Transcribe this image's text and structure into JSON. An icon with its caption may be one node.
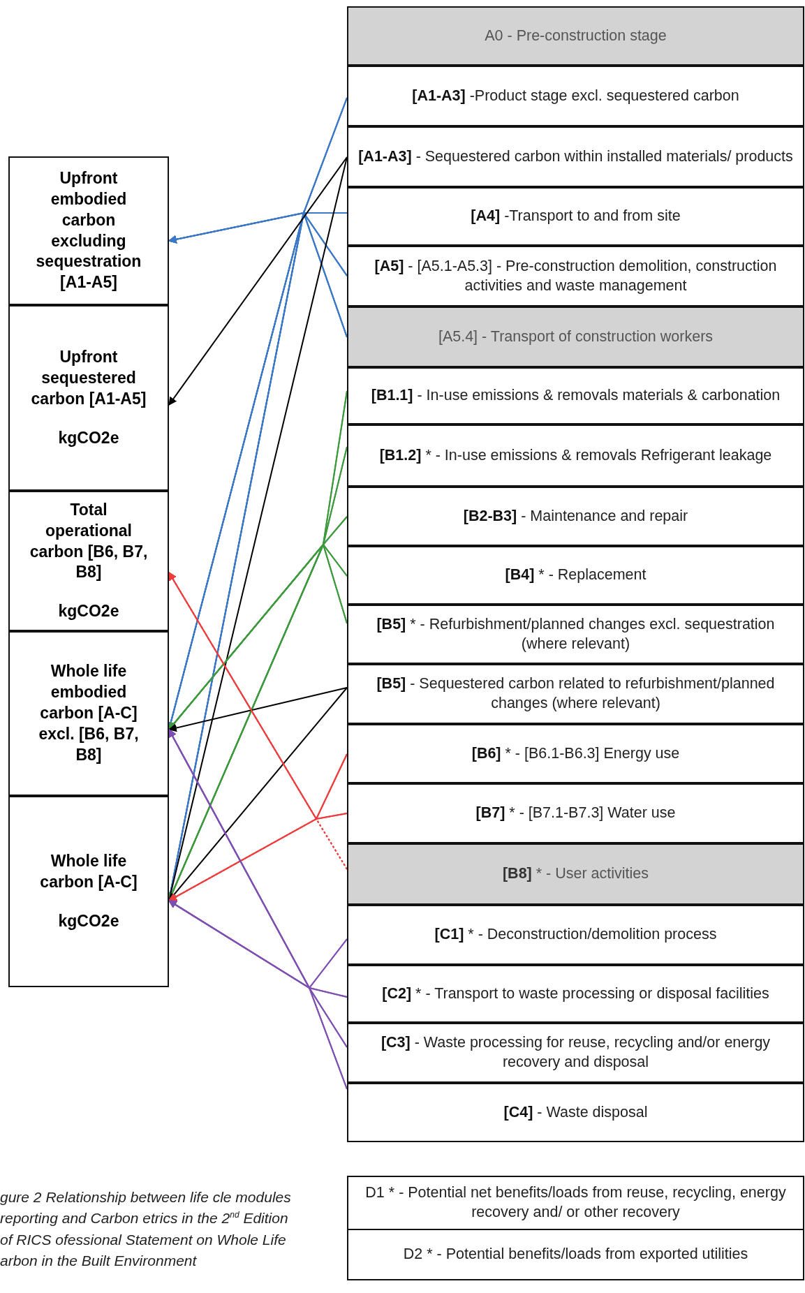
{
  "diagram": {
    "caption": "gure 2  Relationship between life cle modules reporting and Carbon etrics in the 2$^{nd}$ Edition of RICS ofessional Statement on Whole Life arbon in the Built Environment",
    "nodes": [
      {
        "text": [
          "Upfront embodied carbon excluding sequestration [A1-A5]"
        ]
      },
      {
        "text": [
          "Upfront sequestered carbon [A1-A5]",
          "kgCO2e"
        ]
      },
      {
        "text": [
          "Total operational carbon [B6, B7, B8]",
          "kgCO2e"
        ]
      },
      {
        "text": [
          "Whole life embodied carbon [A-C] excl. [B6, B7, B8]"
        ]
      },
      {
        "text": [
          "Whole life carbon [A-C]",
          "kgCO2e"
        ]
      },
      {
        "text": [
          "A0 - Pre-construction stage"
        ]
      },
      {
        "text": [
          "**[A1-A3]** -Product stage excl. sequestered carbon"
        ]
      },
      {
        "text": [
          "**[A1-A3]** - Sequestered carbon within installed materials/ products"
        ]
      },
      {
        "text": [
          "**[A4]** -Transport to and from site"
        ]
      },
      {
        "text": [
          "**[A5]** - [A5.1-A5.3] - Pre-construction demolition, construction activities and waste management"
        ]
      },
      {
        "text": [
          "[A5.4] - Transport of construction workers"
        ]
      },
      {
        "text": [
          "**[B1.1]** - In-use emissions & removals materials & carbonation"
        ]
      },
      {
        "text": [
          "**[B1.2]** * - In-use emissions & removals Refrigerant leakage"
        ]
      },
      {
        "text": [
          "**[B2-B3]** - Maintenance and repair"
        ]
      },
      {
        "text": [
          "**[B4]** * - Replacement"
        ]
      },
      {
        "text": [
          "**[B5]** * - Refurbishment/planned changes excl. sequestration (where relevant)"
        ]
      },
      {
        "text": [
          "**[B5]** - Sequestered carbon related to refurbishment/planned changes (where relevant)"
        ]
      },
      {
        "text": [
          "**[B6]** * - [B6.1-B6.3] Energy use"
        ]
      },
      {
        "text": [
          "**[B7]** * - [B7.1-B7.3] Water use"
        ]
      },
      {
        "text": [
          "**[B8]** * - User activities"
        ]
      },
      {
        "text": [
          "**[C1]** * - Deconstruction/demolition process"
        ]
      },
      {
        "text": [
          "**[C2]** * - Transport to waste processing or disposal facilities"
        ]
      },
      {
        "text": [
          "**[C3]** - Waste processing for reuse, recycling and/or energy recovery and disposal"
        ]
      },
      {
        "text": [
          "**[C4]** - Waste disposal"
        ]
      },
      {
        "text": [
          "D1 * - Potential net benefits/loads from reuse, recycling, energy recovery and/ or other recovery"
        ]
      },
      {
        "text": [
          "D2 * - Potential benefits/loads from exported utilities"
        ]
      }
    ],
    "edges": [
      {
        "from": 6,
        "to": 0,
        "arrow": "to"
      },
      {
        "from": 6,
        "to": 3,
        "arrow": "to"
      },
      {
        "from": 6,
        "to": 4,
        "arrow": "to"
      },
      {
        "from": 8,
        "to": 0,
        "arrow": "to"
      },
      {
        "from": 8,
        "to": 3,
        "arrow": "to"
      },
      {
        "from": 8,
        "to": 4,
        "arrow": "to"
      },
      {
        "from": 9,
        "to": 0,
        "arrow": "to"
      },
      {
        "from": 9,
        "to": 3,
        "arrow": "to"
      },
      {
        "from": 9,
        "to": 4,
        "arrow": "to"
      },
      {
        "from": 10,
        "to": 0,
        "arrow": "to"
      },
      {
        "from": 10,
        "to": 3,
        "arrow": "to"
      },
      {
        "from": 10,
        "to": 4,
        "arrow": "to"
      },
      {
        "from": 7,
        "to": 1,
        "arrow": "to",
        "color": "#000000"
      },
      {
        "from": 7,
        "to": 4,
        "arrow": "to",
        "color": "#000000"
      },
      {
        "from": 11,
        "to": 3,
        "arrow": "to",
        "color": "#3c9a3c"
      },
      {
        "from": 11,
        "to": 4,
        "arrow": "to",
        "color": "#3c9a3c"
      },
      {
        "from": 12,
        "to": 3,
        "arrow": "to",
        "color": "#3c9a3c"
      },
      {
        "from": 12,
        "to": 4,
        "arrow": "to",
        "color": "#3c9a3c"
      },
      {
        "from": 13,
        "to": 3,
        "arrow": "to",
        "color": "#3c9a3c"
      },
      {
        "from": 13,
        "to": 4,
        "arrow": "to",
        "color": "#3c9a3c"
      },
      {
        "from": 14,
        "to": 3,
        "arrow": "to",
        "color": "#3c9a3c"
      },
      {
        "from": 14,
        "to": 4,
        "arrow": "to",
        "color": "#3c9a3c"
      },
      {
        "from": 15,
        "to": 3,
        "arrow": "to",
        "color": "#3c9a3c"
      },
      {
        "from": 15,
        "to": 4,
        "arrow": "to",
        "color": "#3c9a3c"
      },
      {
        "from": 16,
        "to": 3,
        "arrow": "to",
        "color": "#000000"
      },
      {
        "from": 16,
        "to": 4,
        "arrow": "to",
        "color": "#000000"
      },
      {
        "from": 17,
        "to": 2,
        "arrow": "to",
        "color": "#f03c3c"
      },
      {
        "from": 17,
        "to": 4,
        "arrow": "to",
        "color": "#f03c3c"
      },
      {
        "from": 18,
        "to": 2,
        "arrow": "to",
        "color": "#f03c3c"
      },
      {
        "from": 18,
        "to": 4,
        "arrow": "to",
        "color": "#f03c3c"
      },
      {
        "from": 19,
        "to": 2,
        "arrow": "to",
        "style": "dashed",
        "color": "#f03c3c"
      },
      {
        "from": 19,
        "to": 4,
        "arrow": "to",
        "style": "dashed",
        "color": "#f03c3c"
      },
      {
        "from": 20,
        "to": 3,
        "arrow": "to",
        "color": "#7e4fb3"
      },
      {
        "from": 20,
        "to": 4,
        "arrow": "to",
        "color": "#7e4fb3"
      },
      {
        "from": 21,
        "to": 3,
        "arrow": "to",
        "color": "#7e4fb3"
      },
      {
        "from": 21,
        "to": 4,
        "arrow": "to",
        "color": "#7e4fb3"
      },
      {
        "from": 22,
        "to": 3,
        "arrow": "to",
        "color": "#7e4fb3"
      },
      {
        "from": 22,
        "to": 4,
        "arrow": "to",
        "color": "#7e4fb3"
      },
      {
        "from": 23,
        "to": 3,
        "arrow": "to",
        "color": "#7e4fb3"
      },
      {
        "from": 23,
        "to": 4,
        "arrow": "to",
        "color": "#7e4fb3"
      }
    ]
  }
}
